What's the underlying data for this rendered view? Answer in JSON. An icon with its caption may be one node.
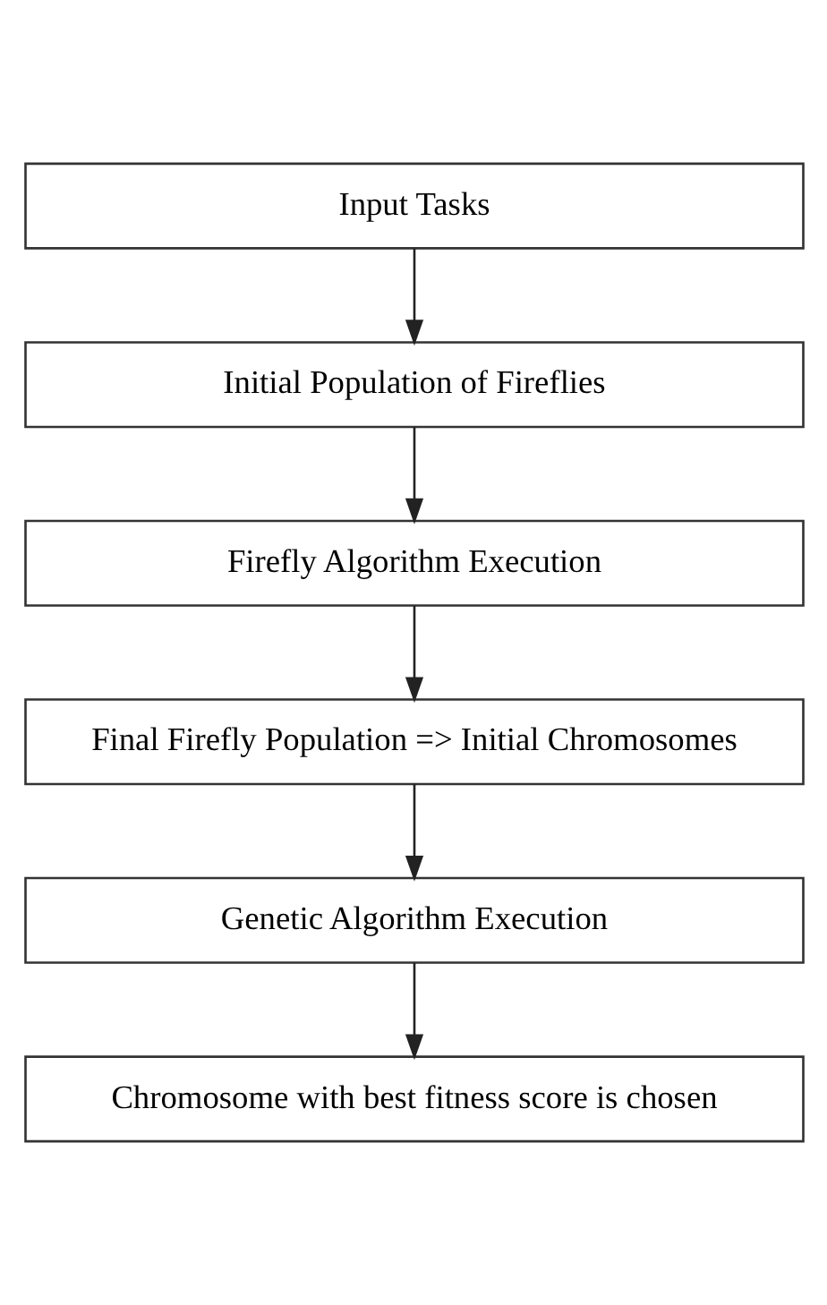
{
  "diagram": {
    "nodes": [
      {
        "text": [
          "Input Tasks"
        ]
      },
      {
        "text": [
          "Initial Population of Fireflies"
        ]
      },
      {
        "text": [
          "Firefly Algorithm Execution"
        ]
      },
      {
        "text": [
          "Final Firefly Population => Initial Chromosomes"
        ]
      },
      {
        "text": [
          "Genetic Algorithm Execution"
        ]
      },
      {
        "text": [
          "Chromosome with best fitness score is chosen"
        ]
      }
    ],
    "edges": [
      {
        "from": 0,
        "to": 1,
        "arrow": "to"
      },
      {
        "from": 1,
        "to": 2,
        "arrow": "to"
      },
      {
        "from": 2,
        "to": 3,
        "arrow": "to"
      },
      {
        "from": 3,
        "to": 4,
        "arrow": "to"
      },
      {
        "from": 4,
        "to": 5,
        "arrow": "to"
      }
    ]
  }
}
